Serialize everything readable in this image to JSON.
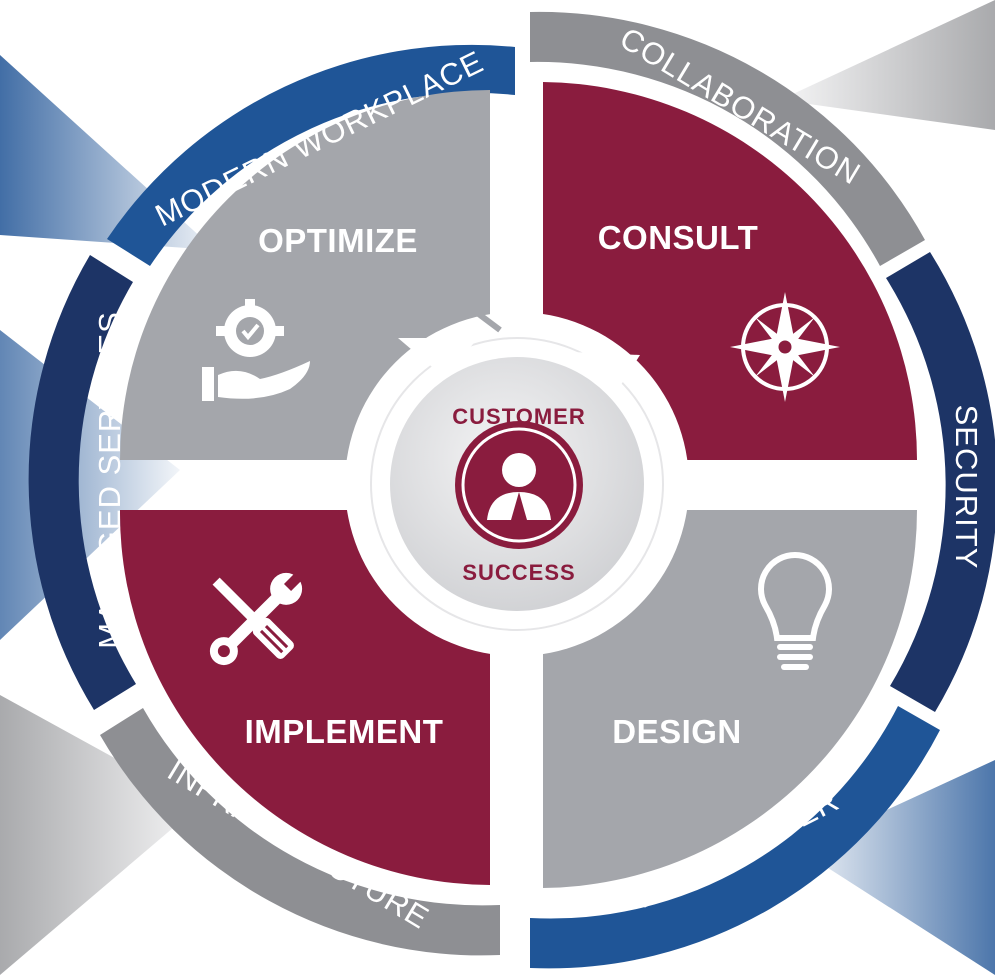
{
  "diagram": {
    "hub": {
      "top_text": "CUSTOMER",
      "bottom_text": "SUCCESS",
      "icon": "person-icon"
    },
    "quadrants": [
      {
        "label": "OPTIMIZE",
        "icon": "gear-check-hand-icon",
        "color": "#a4a6ab"
      },
      {
        "label": "CONSULT",
        "icon": "compass-rose-icon",
        "color": "#8a1c3e"
      },
      {
        "label": "DESIGN",
        "icon": "lightbulb-icon",
        "color": "#a4a6ab"
      },
      {
        "label": "IMPLEMENT",
        "icon": "wrench-screwdriver-icon",
        "color": "#8a1c3e"
      }
    ],
    "ring_segments": [
      {
        "label": "MODERN WORKPLACE",
        "color": "#1f5597"
      },
      {
        "label": "COLLABORATION",
        "color": "#8e8f93"
      },
      {
        "label": "SECURITY",
        "color": "#1d3466"
      },
      {
        "label": "DATA CENTER",
        "color": "#1f5597"
      },
      {
        "label": "INFRASTRUCTURE",
        "color": "#8e8f93"
      },
      {
        "label": "MANAGED SERVICES",
        "color": "#1d3466"
      }
    ],
    "colors": {
      "maroon": "#8a1c3e",
      "gray": "#a4a6ab",
      "navy": "#1d3466",
      "blue": "#1f5597",
      "ring_gray": "#8e8f93"
    }
  }
}
